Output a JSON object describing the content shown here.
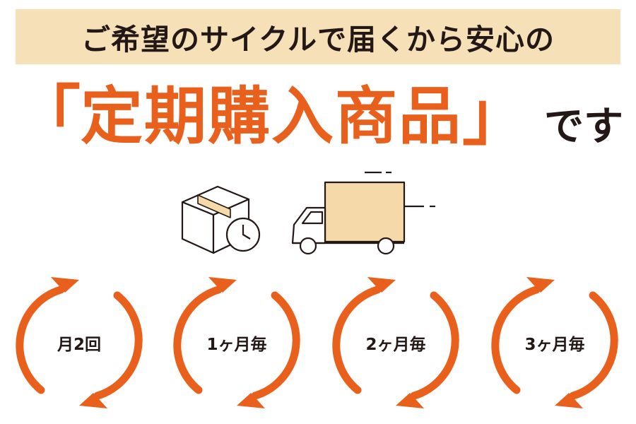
{
  "banner": {
    "text": "ご希望のサイクルで届くから安心の",
    "background_color": "#f5e0b8"
  },
  "headline": {
    "open_bracket": "「",
    "product_type": "定期購入商品",
    "close_bracket": "」",
    "suffix": "です",
    "accent_color": "#e8601c",
    "text_color": "#231815"
  },
  "icons": [
    "package-clock-icon",
    "delivery-truck-icon"
  ],
  "cycles": [
    {
      "label": "月2回",
      "icon": "cycle-arrows-icon"
    },
    {
      "label": "1ヶ月毎",
      "icon": "cycle-arrows-icon"
    },
    {
      "label": "2ヶ月毎",
      "icon": "cycle-arrows-icon"
    },
    {
      "label": "3ヶ月毎",
      "icon": "cycle-arrows-icon"
    }
  ]
}
